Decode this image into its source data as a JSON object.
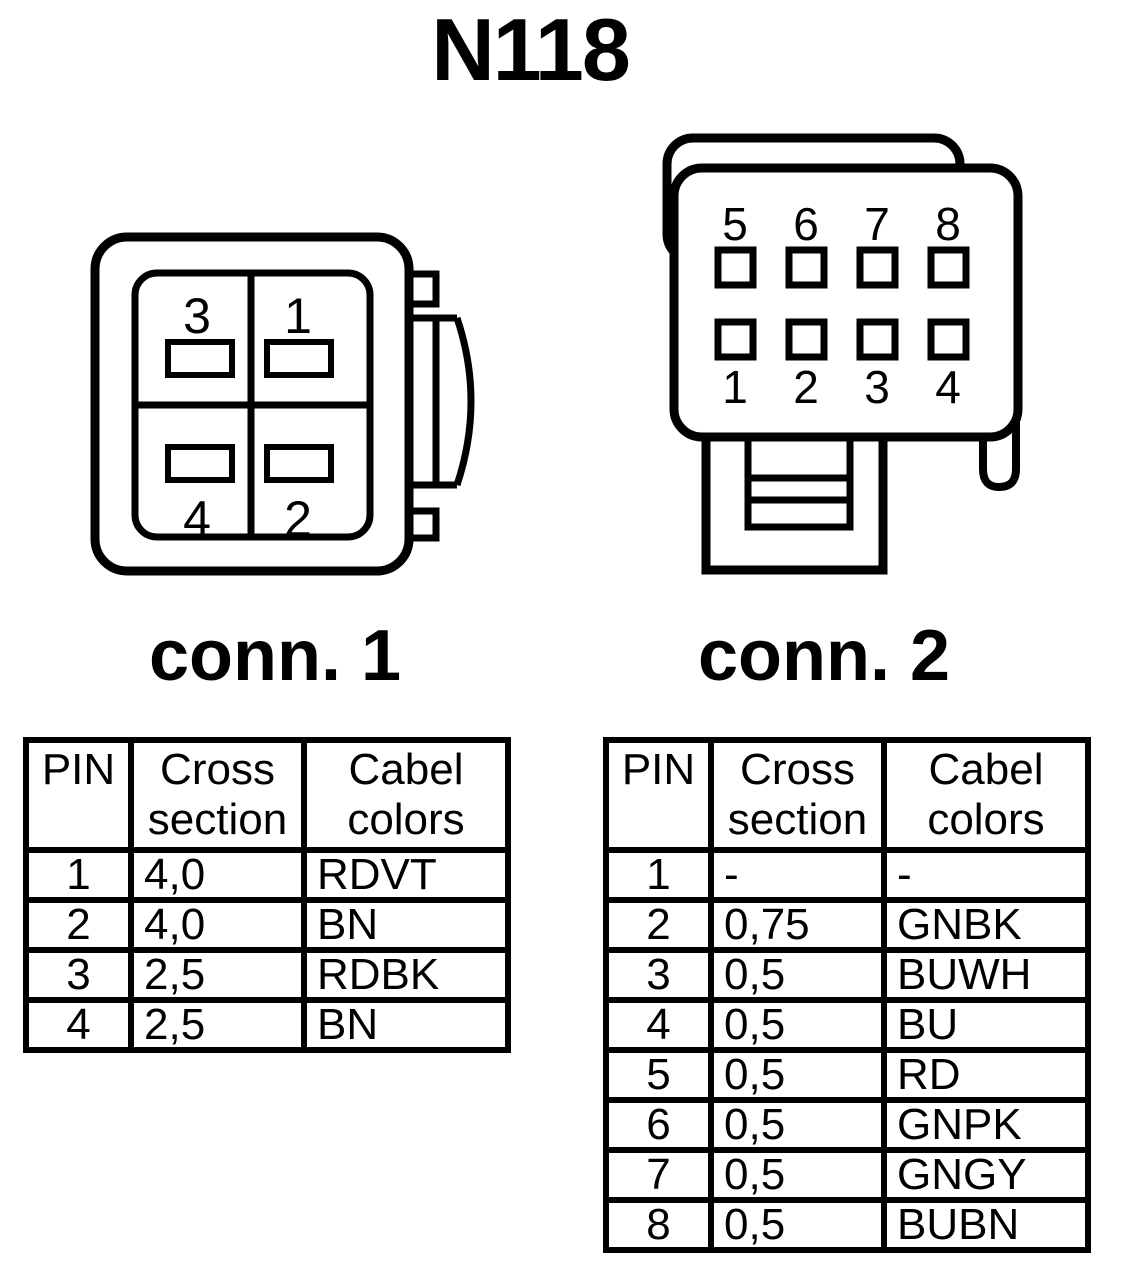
{
  "title": "N118",
  "colors": {
    "ink": "#000000",
    "background": "#ffffff"
  },
  "connector1": {
    "label": "conn. 1",
    "pin_top_left": "3",
    "pin_top_right": "1",
    "pin_bottom_left": "4",
    "pin_bottom_right": "2"
  },
  "connector2": {
    "label": "conn. 2",
    "top_row_labels": [
      "5",
      "6",
      "7",
      "8"
    ],
    "bottom_row_labels": [
      "1",
      "2",
      "3",
      "4"
    ]
  },
  "table1": {
    "headers": {
      "pin": "PIN",
      "cross_section": "Cross section",
      "cable_colors": "Cabel colors"
    },
    "rows": [
      {
        "pin": "1",
        "cross": "4,0",
        "color": "RDVT"
      },
      {
        "pin": "2",
        "cross": "4,0",
        "color": "BN"
      },
      {
        "pin": "3",
        "cross": "2,5",
        "color": "RDBK"
      },
      {
        "pin": "4",
        "cross": "2,5",
        "color": "BN"
      }
    ]
  },
  "table2": {
    "headers": {
      "pin": "PIN",
      "cross_section": "Cross section",
      "cable_colors": "Cabel colors"
    },
    "rows": [
      {
        "pin": "1",
        "cross": "-",
        "color": "-"
      },
      {
        "pin": "2",
        "cross": "0,75",
        "color": "GNBK"
      },
      {
        "pin": "3",
        "cross": "0,5",
        "color": "BUWH"
      },
      {
        "pin": "4",
        "cross": "0,5",
        "color": "BU"
      },
      {
        "pin": "5",
        "cross": "0,5",
        "color": "RD"
      },
      {
        "pin": "6",
        "cross": "0,5",
        "color": "GNPK"
      },
      {
        "pin": "7",
        "cross": "0,5",
        "color": "GNGY"
      },
      {
        "pin": "8",
        "cross": "0,5",
        "color": "BUBN"
      }
    ]
  }
}
